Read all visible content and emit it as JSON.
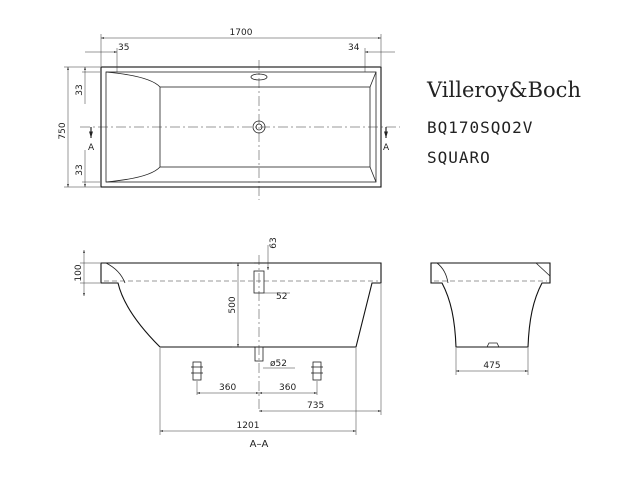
{
  "brand": "Villeroy&Boch",
  "model_code": "BQ170SQO2V",
  "model_name": "SQUARO",
  "top_view": {
    "length": "1700",
    "width": "750",
    "end_left": "35",
    "end_right": "34",
    "side_top": "33",
    "side_bottom": "33",
    "section_mark_left": "A",
    "section_mark_right": "A"
  },
  "section_view": {
    "rim_height": "100",
    "depth": "500",
    "drain_height": "63",
    "drain_size": "52",
    "waste_diameter": "ø52",
    "foot_left": "360",
    "foot_right": "360",
    "drain_offset": "735",
    "base_length": "1201",
    "section_label": "A–A"
  },
  "end_view": {
    "base_width": "475"
  }
}
